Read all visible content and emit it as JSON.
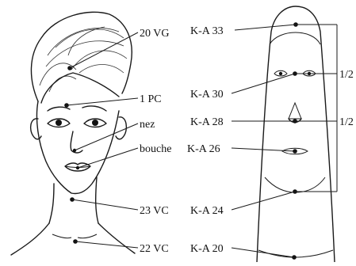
{
  "left_labels": {
    "vg20": "20 VG",
    "pc1": "1 PC",
    "nez": "nez",
    "bouche": "bouche",
    "vc23": "23 VC",
    "vc22": "22 VC"
  },
  "right_labels": {
    "ka33": "K-A 33",
    "ka30": "K-A 30",
    "ka28": "K-A 28",
    "ka26": "K-A 26",
    "ka24": "K-A 24",
    "ka20": "K-A 20",
    "half_upper": "1/2",
    "half_lower": "1/2"
  }
}
